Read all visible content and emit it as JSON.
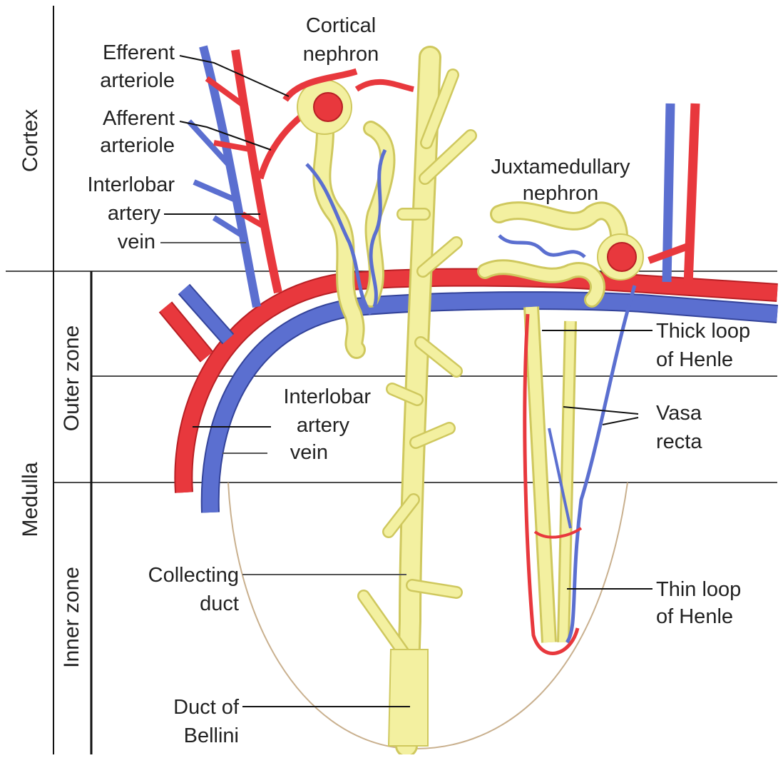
{
  "zones": {
    "cortex": "Cortex",
    "medulla": "Medulla",
    "outer_zone": "Outer zone",
    "inner_zone": "Inner zone"
  },
  "labels": {
    "efferent_arteriole": [
      "Efferent",
      "arteriole"
    ],
    "afferent_arteriole": [
      "Afferent",
      "arteriole"
    ],
    "cortical_nephron": [
      "Cortical",
      "nephron"
    ],
    "juxtamedullary_nephron": [
      "Juxtamedullary",
      "nephron"
    ],
    "interlobar_top": [
      "Interlobar",
      "artery",
      "vein"
    ],
    "interlobar_mid": [
      "Interlobar",
      "artery",
      "vein"
    ],
    "thick_loop": [
      "Thick loop",
      "of Henle"
    ],
    "vasa_recta": [
      "Vasa",
      "recta"
    ],
    "thin_loop": [
      "Thin loop",
      "of Henle"
    ],
    "collecting_duct": [
      "Collecting",
      "duct"
    ],
    "duct_of_bellini": [
      "Duct of",
      "Bellini"
    ]
  },
  "colors": {
    "artery": "#e8383d",
    "artery_dark": "#b81f24",
    "vein": "#5b6fd0",
    "vein_dark": "#33439a",
    "tubule": "#f3f0a0",
    "tubule_edge": "#cfc85e",
    "papilla_outline": "#c9b08e"
  }
}
